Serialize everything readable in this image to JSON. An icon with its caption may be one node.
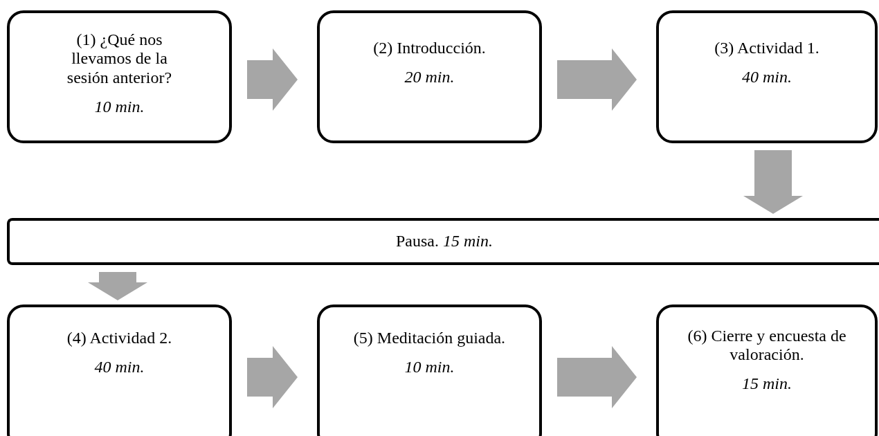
{
  "diagram": {
    "nodes": [
      {
        "text": [
          "(1) ¿Qué nos llevamos de la sesión anterior?",
          "10 min."
        ]
      },
      {
        "text": [
          "(2) Introducción.",
          "20 min."
        ]
      },
      {
        "text": [
          "(3) Actividad 1.",
          "40 min."
        ]
      },
      {
        "text": [
          "Pausa.",
          "15 min."
        ]
      },
      {
        "text": [
          "(4) Actividad 2.",
          "40 min."
        ]
      },
      {
        "text": [
          "(5) Meditación guiada.",
          "10 min."
        ]
      },
      {
        "text": [
          "(6) Cierre y encuesta de valoración.",
          "15 min."
        ]
      }
    ],
    "edges": [
      {
        "from": 0,
        "to": 1,
        "arrow": "to"
      },
      {
        "from": 1,
        "to": 2,
        "arrow": "to"
      },
      {
        "from": 2,
        "to": 3,
        "arrow": "to"
      },
      {
        "from": 3,
        "to": 4,
        "arrow": "to"
      },
      {
        "from": 4,
        "to": 5,
        "arrow": "to"
      },
      {
        "from": 5,
        "to": 6,
        "arrow": "to"
      }
    ]
  }
}
